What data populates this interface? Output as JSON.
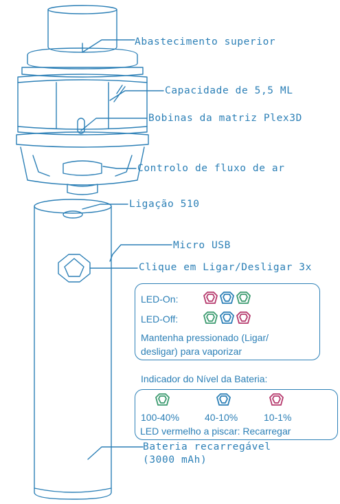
{
  "labels": {
    "top_fill": "Abastecimento superior",
    "capacity": "Capacidade de 5,5 ML",
    "coils": "Bobinas da matriz Plex3D",
    "airflow": "Controlo de fluxo de ar",
    "connection": "Ligação 510",
    "micro_usb": "Micro USB",
    "click": "Clique em Ligar/Desligar 3x",
    "battery_line1": "Bateria recarregável",
    "battery_line2": "(3000 mAh)"
  },
  "led_box": {
    "led_on": "LED-On:",
    "led_off": "LED-Off:",
    "hold_line1": "Mantenha pressionado (Ligar/",
    "hold_line2": "desligar) para vaporizar",
    "on_colors": [
      "#b5376b",
      "#2b7fb6",
      "#3a9a6e"
    ],
    "off_colors": [
      "#3a9a6e",
      "#2b7fb6",
      "#b5376b"
    ]
  },
  "battery_indicator": {
    "title": "Indicador do Nível da Bateria:",
    "levels": [
      {
        "label": "100-40%",
        "color": "#3a9a6e"
      },
      {
        "label": "40-10%",
        "color": "#2b7fb6"
      },
      {
        "label": "10-1%",
        "color": "#b5376b"
      }
    ],
    "blink_note": "LED vermelho a piscar: Recarregar"
  },
  "colors": {
    "line": "#2b7fb6",
    "green": "#3a9a6e",
    "blue": "#2b7fb6",
    "red": "#b5376b"
  }
}
